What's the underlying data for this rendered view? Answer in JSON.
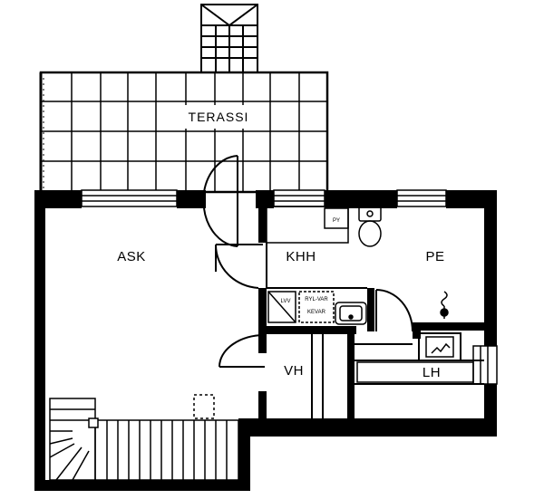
{
  "rooms": {
    "terrace": "TERASSI",
    "living": "ASK",
    "utility": "KHH",
    "wash": "PE",
    "toilet": "VH",
    "sauna": "LH"
  },
  "fixtures": {
    "dryer": "PY",
    "water_heater": "LVV",
    "distribution": "RYL-VAR",
    "cabinet": "KEVAR"
  },
  "colors": {
    "wall": "#000000",
    "background": "#ffffff"
  }
}
